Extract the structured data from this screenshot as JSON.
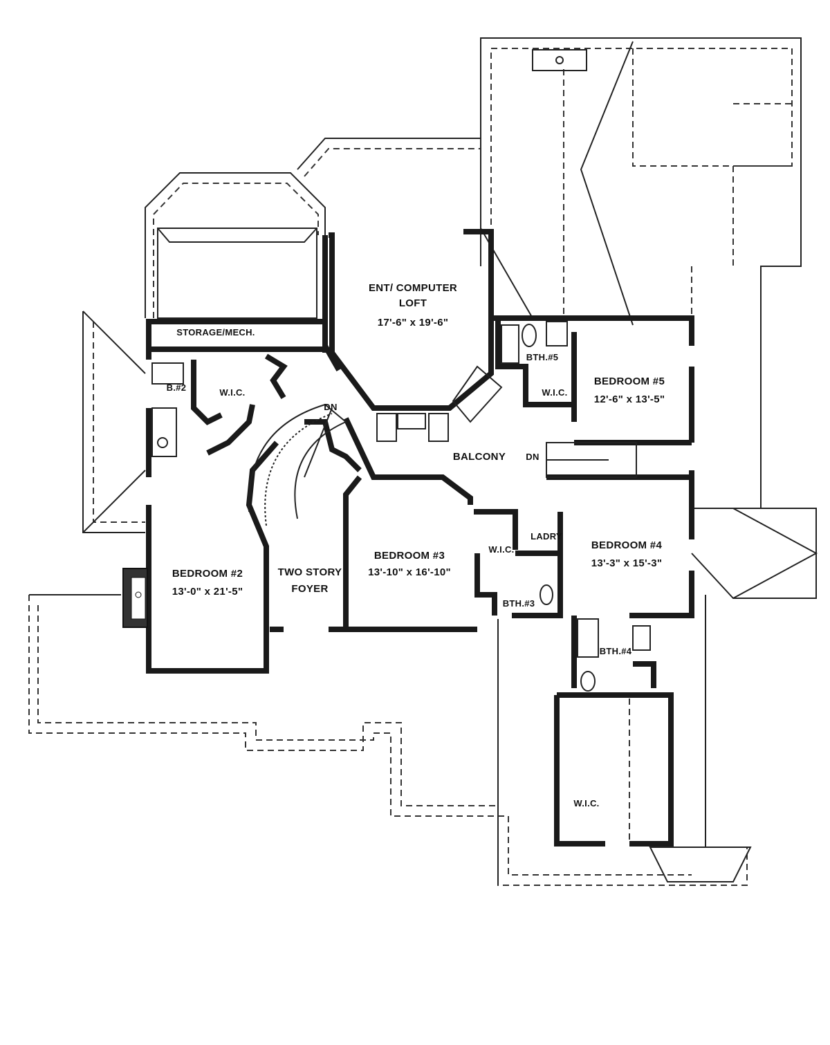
{
  "plan": {
    "rooms": {
      "loft_name_1": "ENT/ COMPUTER",
      "loft_name_2": "LOFT",
      "loft_dim": "17'-6\" x 19'-6\"",
      "storage": "STORAGE/MECH.",
      "wic_left": "W.I.C.",
      "bath2": "B.#2",
      "bath5": "BTH.#5",
      "bed5_name": "BEDROOM #5",
      "bed5_dim": "12'-6\" x 13'-5\"",
      "wic_bed5": "W.I.C.",
      "balcony": "BALCONY",
      "dn_stair_main": "DN",
      "dn_stair_right": "DN",
      "bed4_name": "BEDROOM #4",
      "bed4_dim": "13'-3\" x 15'-3\"",
      "laundry": "LADRY",
      "wic_bed3": "W.I.C.",
      "bed3_name": "BEDROOM #3",
      "bed3_dim": "13'-10\" x 16'-10\"",
      "bath3": "BTH.#3",
      "foyer_1": "TWO STORY",
      "foyer_2": "FOYER",
      "bed2_name": "BEDROOM #2",
      "bed2_dim": "13'-0\" x 21'-5\"",
      "bath4": "BTH.#4",
      "wic_bottom": "W.I.C."
    }
  }
}
